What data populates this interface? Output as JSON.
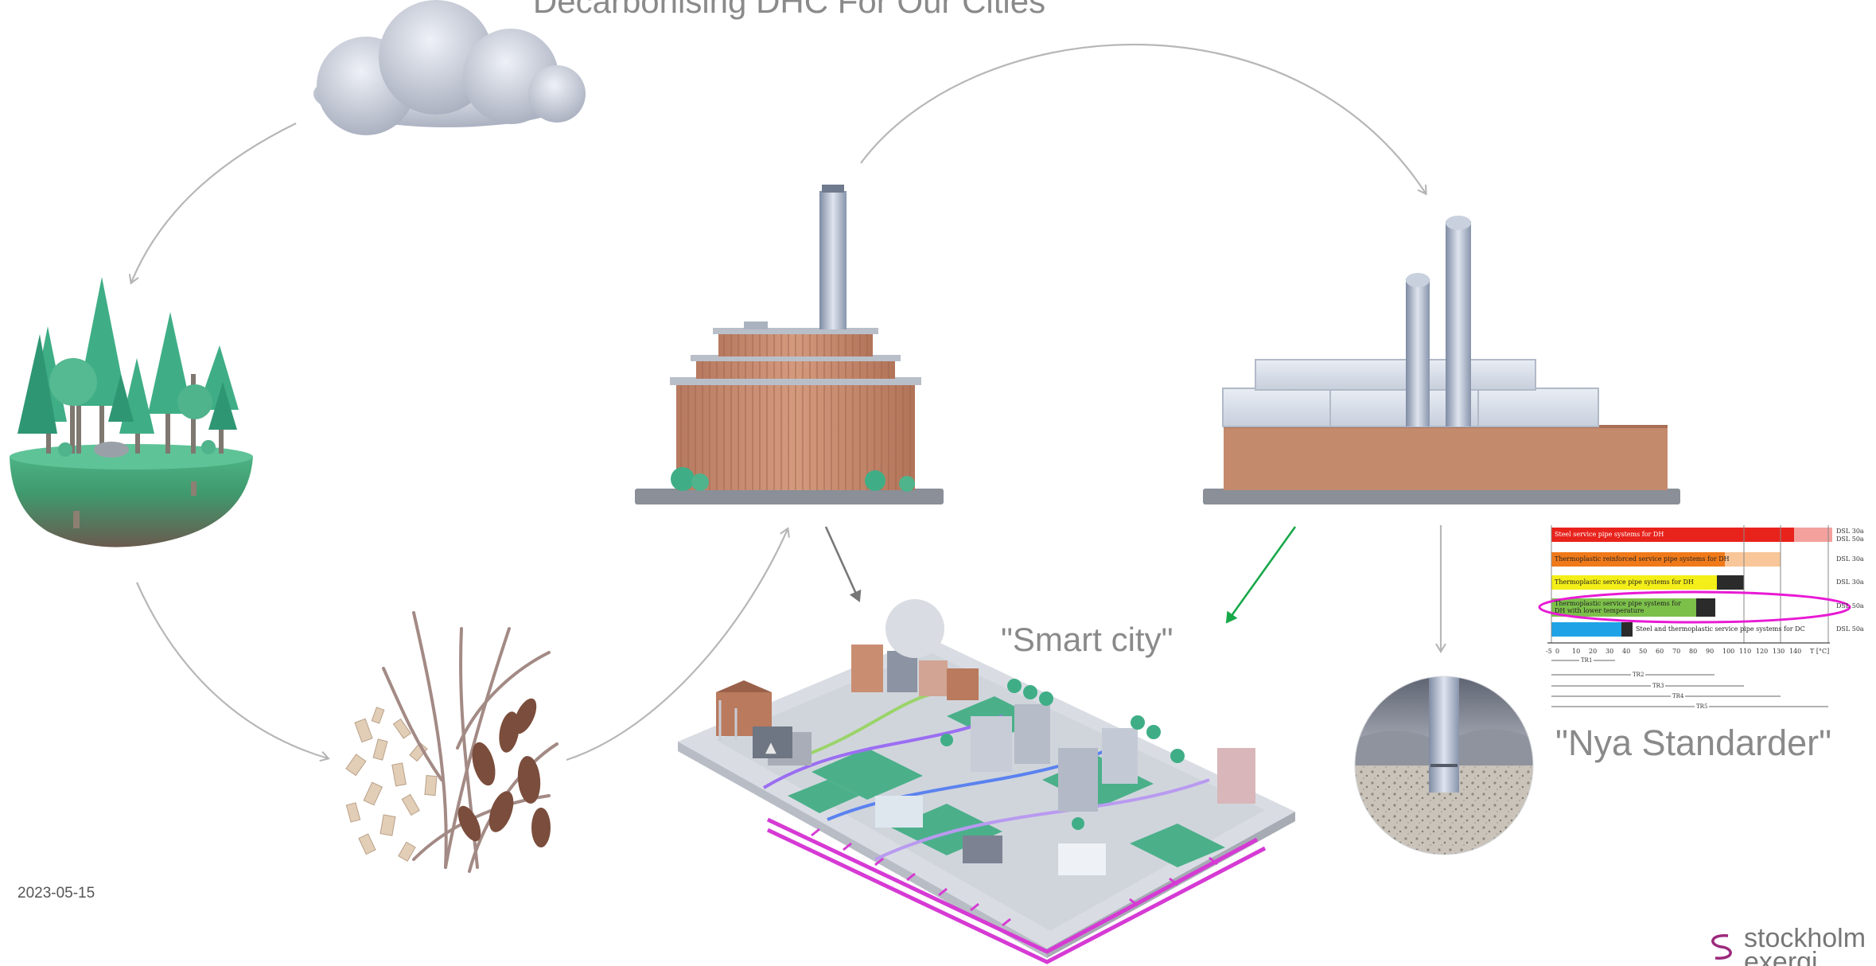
{
  "slide": {
    "title": "\"Decarbonising DHC For Our Cities\"",
    "smart_city_label": "\"Smart city\"",
    "standards_label": "\"Nya Standarder\"",
    "date": "2023-05-15",
    "logo_text": "stockholm exergi"
  },
  "colors": {
    "arrow_gray": "#b7b7b7",
    "arrow_green": "#18a84a",
    "highlight_magenta": "#e81ad4",
    "pipe_magenta": "#d63ad4",
    "brick": "#c98a6e",
    "tree_green": "#3aa580"
  },
  "icons": [
    "cloud-icon",
    "forest-island-icon",
    "wood-chips-icon",
    "power-plant-icon",
    "factory-icon",
    "smart-city-icon",
    "pipe-ground-icon",
    "stockholm-exergi-logo"
  ],
  "standards_chart": {
    "rows": [
      {
        "label": "Steel service pipe systems for DH",
        "class": "DSL 30a",
        "class2": "DSL 50a",
        "color": "#e8231c"
      },
      {
        "label": "Thermoplastic reinforced service pipe systems for DH",
        "class": "DSL 30a",
        "color": "#f07a1a"
      },
      {
        "label": "Thermoplastic service pipe systems for DH",
        "class": "DSL 30a",
        "color": "#f4ee19"
      },
      {
        "label": "Thermoplastic service pipe systems for DH with lower temperature",
        "class": "DSL 50a",
        "color": "#7cc04a"
      },
      {
        "label": "Steel and thermoplastic service pipe systems for DC",
        "class": "DSL 50a",
        "color": "#1fa3e6"
      }
    ],
    "ticks": [
      "-5",
      "0",
      "10",
      "20",
      "30",
      "40",
      "50",
      "60",
      "70",
      "80",
      "90",
      "100",
      "110",
      "120",
      "130",
      "140",
      "T [°C]"
    ],
    "ranges": [
      "TR1",
      "TR2",
      "TR3",
      "TR4",
      "TR5"
    ]
  }
}
